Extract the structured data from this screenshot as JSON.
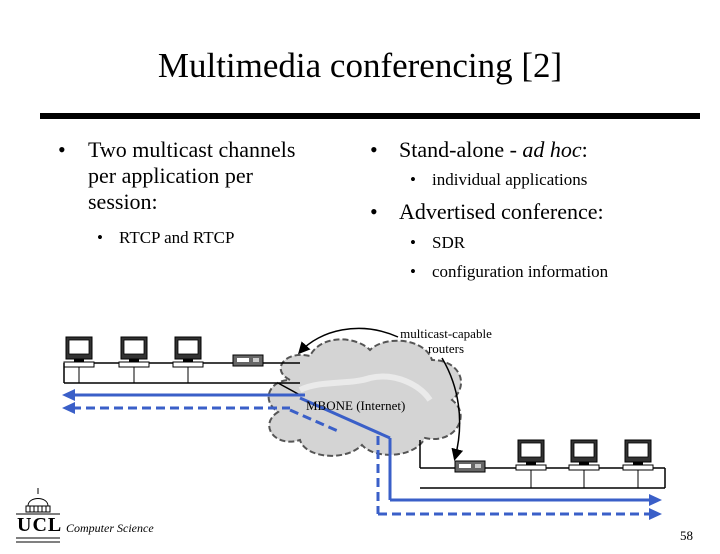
{
  "title": "Multimedia conferencing [2]",
  "left": {
    "bullet1": [
      "Two multicast channels",
      "per application per",
      "session:"
    ],
    "sub1": "RTCP and RTCP"
  },
  "right": {
    "bullet1_prefix": "Stand-alone - ",
    "bullet1_italic": "ad hoc",
    "bullet1_suffix": ":",
    "sub1": "individual applications",
    "bullet2": "Advertised conference:",
    "sub2a": "SDR",
    "sub2b": "configuration information"
  },
  "diagram": {
    "router_label": [
      "multicast-capable",
      "routers"
    ],
    "cloud_label": "MBONE (Internet)"
  },
  "footer": {
    "logo_text": "UCL",
    "dept": "Computer Science",
    "page": "58"
  },
  "colors": {
    "link_blue": "#3a5fc8",
    "cloud_gray": "#c8c8c8"
  },
  "icons": [
    "workstation-icon",
    "router-icon",
    "cloud-icon",
    "ucl-dome-logo"
  ]
}
